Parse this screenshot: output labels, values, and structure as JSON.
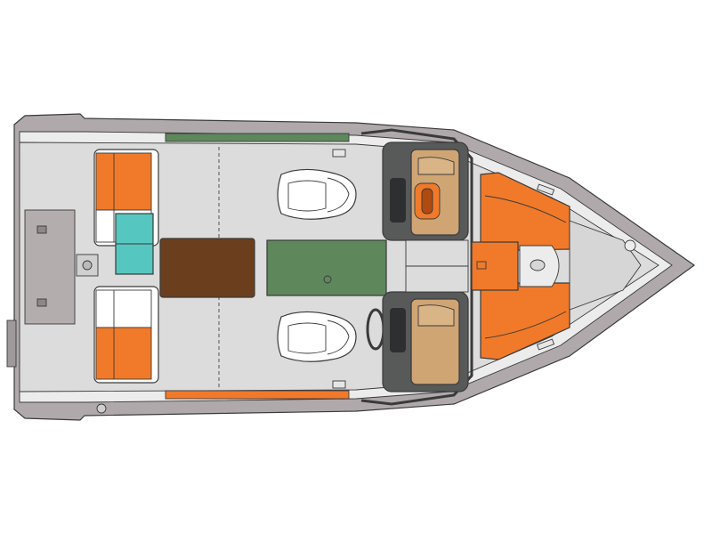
{
  "colors": {
    "hull": "#b0a9ab",
    "deck": "#dcdcdc",
    "deck_light": "#ececec",
    "console_dark": "#585a5a",
    "orange": "#f07a2a",
    "teal": "#56c6c0",
    "brown": "#6b3f1e",
    "green": "#5e875c",
    "tan": "#cfa574",
    "seat_white": "#ffffff",
    "outline": "#3a3a3a"
  },
  "zones": {
    "rear_bench_port": "orange",
    "rear_bench_starboard": "orange",
    "livewell": "teal",
    "aft_table": "brown",
    "forward_table": "green",
    "port_console_seat": "tan",
    "starboard_console_seat": "tan",
    "bow_cushion_port": "orange",
    "bow_cushion_starboard": "orange",
    "bow_storage": "orange",
    "port_rail": "green",
    "starboard_rail": "orange"
  }
}
